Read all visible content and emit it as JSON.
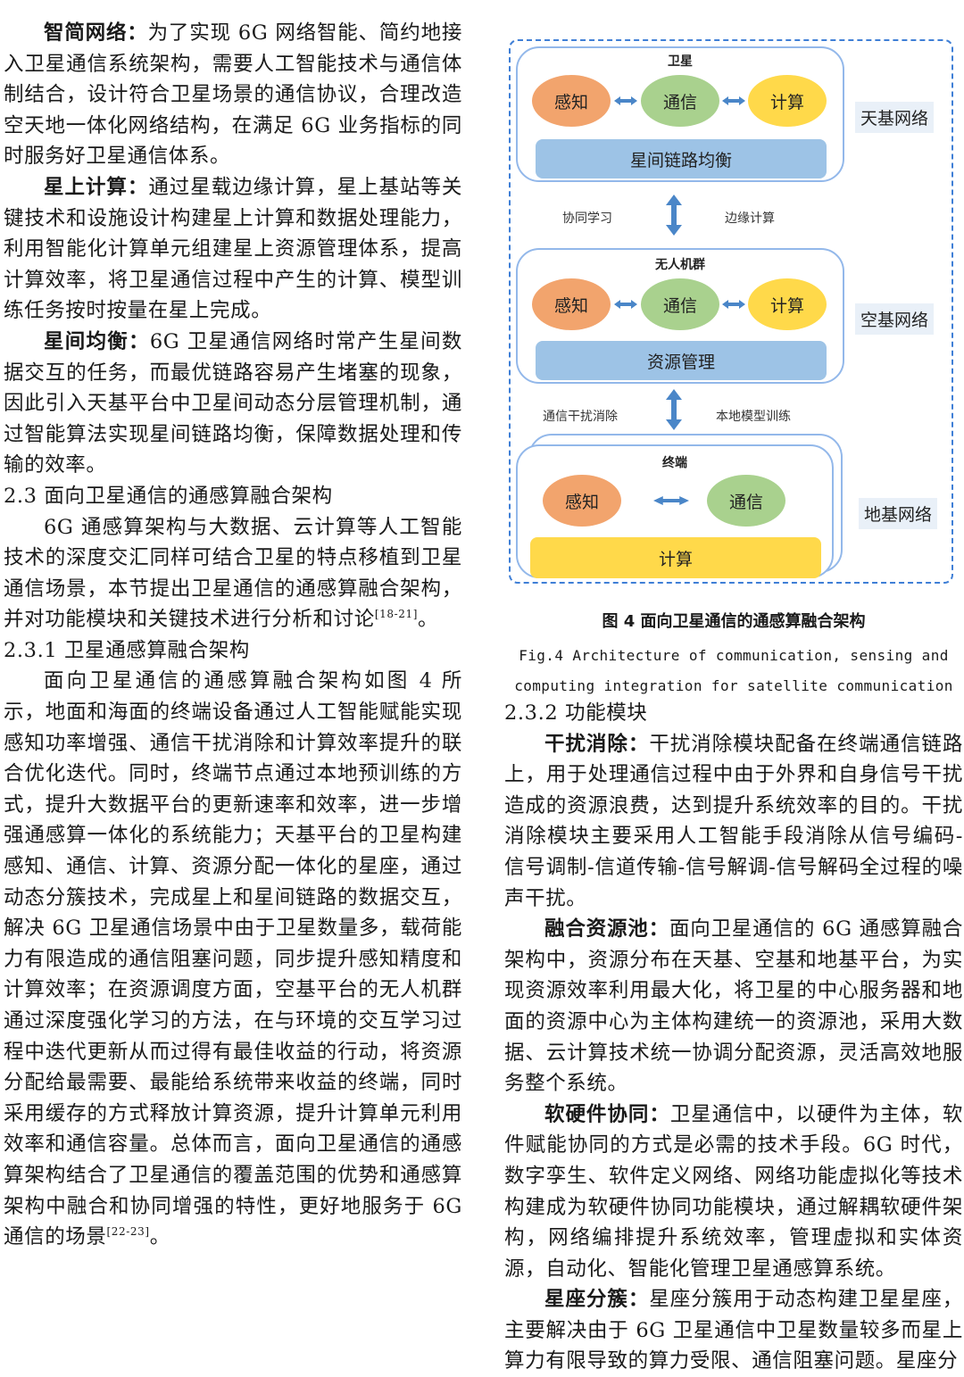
{
  "left_column": {
    "p1_lead": "智简网络：",
    "p1_text": "为了实现 6G 网络智能、简约地接入卫星通信系统架构，需要人工智能技术与通信体制结合，设计符合卫星场景的通信协议，合理改造空天地一体化网络结构，在满足 6G 业务指标的同时服务好卫星通信体系。",
    "p2_lead": "星上计算：",
    "p2_text": "通过星载边缘计算，星上基站等关键技术和设施设计构建星上计算和数据处理能力，利用智能化计算单元组建星上资源管理体系，提高计算效率，将卫星通信过程中产生的计算、模型训练任务按时按量在星上完成。",
    "p3_lead": "星间均衡：",
    "p3_text": "6G 卫星通信网络时常产生星间数据交互的任务，而最优链路容易产生堵塞的现象，因此引入天基平台中卫星间动态分层管理机制，通过智能算法实现星间链路均衡，保障数据处理和传输的效率。",
    "section_23": "2.3 面向卫星通信的通感算融合架构",
    "p4_text": "6G 通感算架构与大数据、云计算等人工智能技术的深度交汇同样可结合卫星的特点移植到卫星通信场景，本节提出卫星通信的通感算融合架构，并对功能模块和关键技术进行分析和讨论",
    "p4_ref": "[18-21]",
    "p4_end": "。",
    "section_231": "2.3.1 卫星通感算融合架构",
    "p5_text": "面向卫星通信的通感算融合架构如图 4 所示，地面和海面的终端设备通过人工智能赋能实现感知功率增强、通信干扰消除和计算效率提升的联合优化迭代。同时，终端节点通过本地预训练的方式，提升大数据平台的更新速率和效率，进一步增强通感算一体化的系统能力；天基平台的卫星构建感知、通信、计算、资源分配一体化的星座，通过动态分簇技术，完成星上和星间链路的数据交互，解决 6G 卫星通信场景中由于卫星数量多，载荷能力有限造成的通信阻塞问题，同步提升感知精度和计算效率；在资源调度方面，空基平台的无人机群通过深度强化学习的方法，在与环境的交互学习过程中迭代更新从而过得有最佳收益的行动，将资源分配给最需要、最能给系统带来收益的终端，同时采用缓存的方式释放计算资源，提升计算单元利用效率和通信容量。总体而言，面向卫星通信的通感算架构结合了卫星通信的覆盖范围的优势和通感算架构中融合和协同增强的特性，更好地服务于 6G 通信的场景",
    "p5_ref": "[22-23]",
    "p5_end": "。"
  },
  "figure": {
    "top_panel": {
      "title": "卫星",
      "nodes": [
        "感知",
        "通信",
        "计算"
      ],
      "bar": "星间链路均衡",
      "side_label": "天基网络"
    },
    "link1": {
      "left": "协同学习",
      "right": "边缘计算"
    },
    "mid_panel": {
      "title": "无人机群",
      "nodes": [
        "感知",
        "通信",
        "计算"
      ],
      "bar": "资源管理",
      "side_label": "空基网络"
    },
    "link2": {
      "left": "通信干扰消除",
      "right": "本地模型训练"
    },
    "bottom_panel": {
      "title": "终端",
      "nodes": [
        "感知",
        "通信"
      ],
      "bar": "计算",
      "side_label": "地基网络"
    },
    "caption_cn": "图 4  面向卫星通信的通感算融合架构",
    "caption_en_1": "Fig.4 Architecture of communication, sensing and",
    "caption_en_2": "computing integration for satellite communication"
  },
  "right_column": {
    "section_232": "2.3.2 功能模块",
    "p1_lead": "干扰消除：",
    "p1_text": "干扰消除模块配备在终端通信链路上，用于处理通信过程中由于外界和自身信号干扰造成的资源浪费，达到提升系统效率的目的。干扰消除模块主要采用人工智能手段消除从信号编码-信号调制-信道传输-信号解调-信号解码全过程的噪声干扰。",
    "p2_lead": "融合资源池：",
    "p2_text": "面向卫星通信的 6G 通感算融合架构中，资源分布在天基、空基和地基平台，为实现资源效率利用最大化，将卫星的中心服务器和地面的资源中心为主体构建统一的资源池，采用大数据、云计算技术统一协调分配资源，灵活高效地服务整个系统。",
    "p3_lead": "软硬件协同：",
    "p3_text": "卫星通信中，以硬件为主体，软件赋能协同的方式是必需的技术手段。6G 时代，数字孪生、软件定义网络、网络功能虚拟化等技术构建成为软硬件协同功能模块，通过解耦软硬件架构，网络编排提升系统效率，管理虚拟和实体资源，自动化、智能化管理卫星通感算系统。",
    "p4_lead": "星座分簇：",
    "p4_text": "星座分簇用于动态构建卫星星座，主要解决由于 6G 卫星通信中卫星数量较多而星上算力有限导致的算力受限、通信阻塞问题。星座分"
  }
}
